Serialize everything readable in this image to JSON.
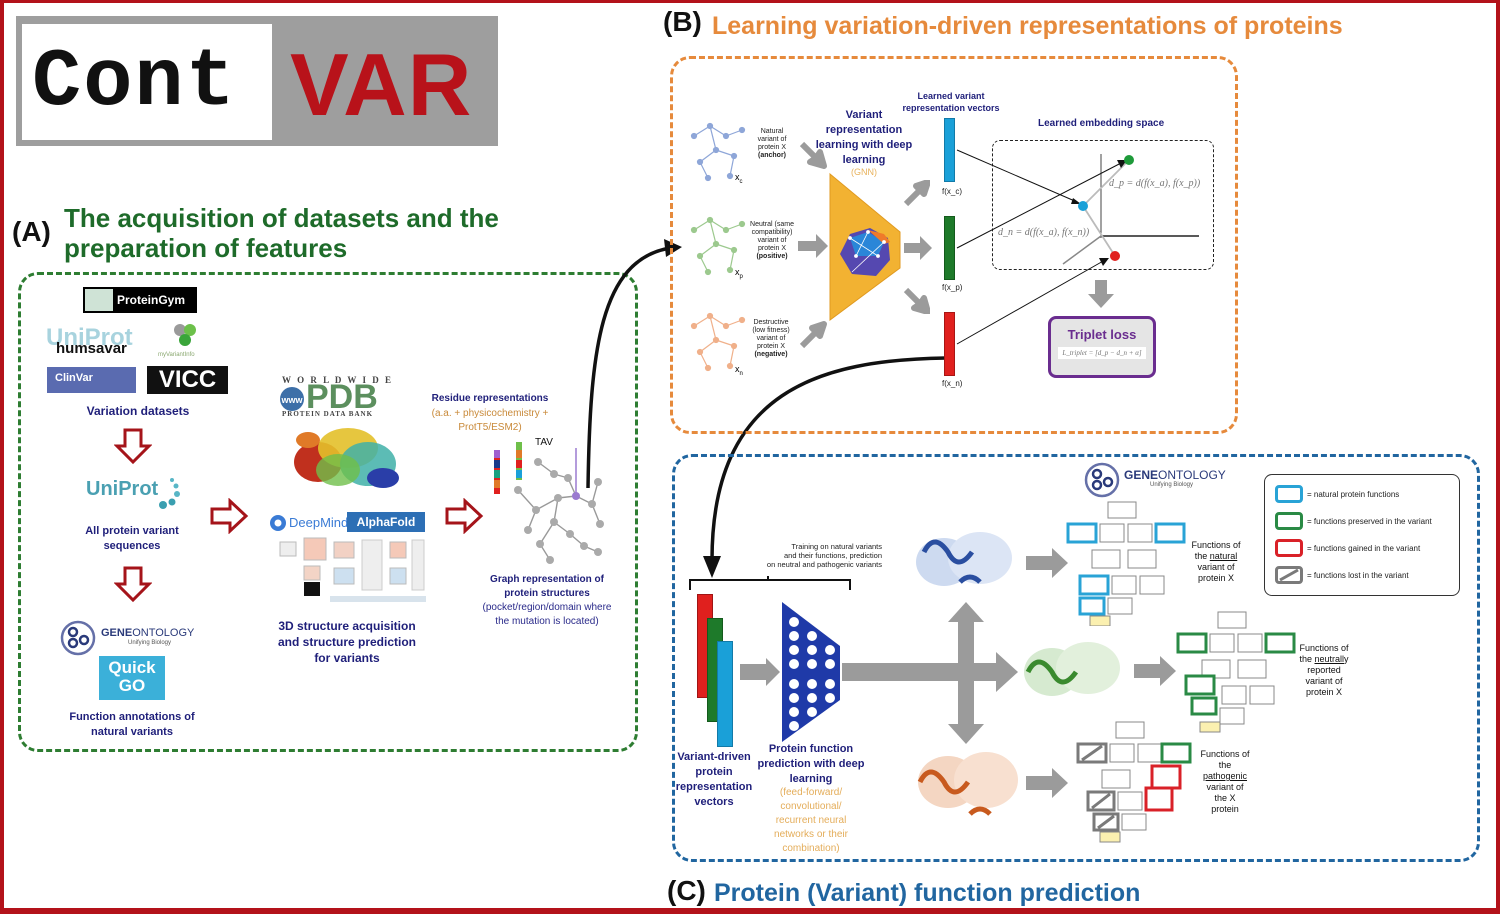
{
  "logo": {
    "part1": "Cont",
    "part2": "VAR"
  },
  "section_a": {
    "letter": "(A)",
    "title_line1": "The acquisition of datasets and the",
    "title_line2": "preparation of features",
    "datasets": {
      "logos": [
        "ProteinGym",
        "UniProt humsavar",
        "MyVariantInfo",
        "ClinVar",
        "VICC"
      ],
      "proteingym": "ProteinGym",
      "humsavar": "humsavar",
      "uniprot_faded": "UniProt",
      "myvariant": "myVariantInfo",
      "clinvar": "ClinVar",
      "vicc": "VICC",
      "caption": "Variation datasets"
    },
    "uniprot": {
      "logo": "UniProt",
      "caption_line1": "All protein variant",
      "caption_line2": "sequences"
    },
    "go": {
      "logo_gene": "GENE",
      "logo_ontology": "ONTOLOGY",
      "tagline": "Unifying Biology",
      "quickgo_1": "Quick",
      "quickgo_2": "GO",
      "caption_line1": "Function annotations of",
      "caption_line2": "natural variants"
    },
    "structure": {
      "pdb_top": "W O R L D W I D E",
      "pdb_main": "PDB",
      "pdb_bottom": "PROTEIN DATA BANK",
      "deepmind": "DeepMind",
      "alphafold": "AlphaFold",
      "caption_line1": "3D structure acquisition",
      "caption_line2": "and structure prediction",
      "caption_line3": "for variants"
    },
    "graph": {
      "residue_title": "Residue representations",
      "residue_sub1": "(a.a. + physicochemistry +",
      "residue_sub2": "ProtT5/ESM2)",
      "tav": "TAV",
      "caption_line1": "Graph representation of",
      "caption_line2": "protein structures",
      "caption_line3": "(pocket/region/domain where",
      "caption_line4": "the mutation is located)"
    }
  },
  "section_b": {
    "letter": "(B)",
    "title": "Learning variation-driven representations of proteins",
    "inputs": [
      {
        "text_lines": [
          "Natural",
          "variant of",
          "protein X"
        ],
        "role": "(anchor)",
        "symbol": "x",
        "sub": "c"
      },
      {
        "text_lines": [
          "Neutral (same",
          "compatibility)",
          "variant of",
          "protein X"
        ],
        "role": "(positive)",
        "symbol": "x",
        "sub": "p"
      },
      {
        "text_lines": [
          "Destructive",
          "(low fitness)",
          "variant of",
          "protein X"
        ],
        "role": "(negative)",
        "symbol": "x",
        "sub": "n"
      }
    ],
    "model_title_1": "Variant",
    "model_title_2": "representation",
    "model_title_3": "learning with deep",
    "model_title_4": "learning",
    "model_type": "(GNN)",
    "vectors_title_1": "Learned variant",
    "vectors_title_2": "representation vectors",
    "vector_labels": [
      "f(x_c)",
      "f(x_p)",
      "f(x_n)"
    ],
    "embedding_title": "Learned embedding space",
    "dp_formula": "d_p = d(f(x_a), f(x_p))",
    "dn_formula": "d_n = d(f(x_a), f(x_n))",
    "loss_title": "Triplet loss",
    "loss_formula": "L_triplet = [d_p − d_n + α]",
    "colors": {
      "anchor": "#1aa0d8",
      "positive": "#1e7a2a",
      "negative": "#e0201e"
    }
  },
  "section_c": {
    "letter": "(C)",
    "title": "Protein (Variant) function prediction",
    "training_note_1": "Training on natural variants",
    "training_note_2": "and their functions, prediction",
    "training_note_3": "on neutral and pathogenic variants",
    "vectors_caption_1": "Variant-driven",
    "vectors_caption_2": "protein",
    "vectors_caption_3": "representation",
    "vectors_caption_4": "vectors",
    "model_caption_1": "Protein function",
    "model_caption_2": "prediction with deep",
    "model_caption_3": "learning",
    "model_detail_1": "(feed-forward/",
    "model_detail_2": "convolutional/",
    "model_detail_3": "recurrent neural",
    "model_detail_4": "networks or their",
    "model_detail_5": "combination)",
    "go_gene": "GENE",
    "go_ontology": "ONTOLOGY",
    "go_tagline": "Unifying Biology",
    "outputs": [
      {
        "pre": "Functions of",
        "line2_pre": "the ",
        "underlined": "natural",
        "line2_post": "",
        "rest": [
          "variant of",
          "protein X"
        ]
      },
      {
        "pre": "Functions of",
        "line2_pre": "the ",
        "underlined": "neutrall",
        "line2_post": "y",
        "rest": [
          "reported",
          "variant of",
          "protein X"
        ]
      },
      {
        "pre": "Functions of",
        "line2_pre": "the",
        "underlined": "pathogenic",
        "line2_post": "",
        "rest": [
          "variant of",
          "the X",
          "protein"
        ]
      }
    ],
    "legend": [
      {
        "color": "#29a3d6",
        "label": "= natural protein functions"
      },
      {
        "color": "#2a8a45",
        "label": "= functions preserved in the variant"
      },
      {
        "color": "#d92128",
        "label": "= functions gained in the variant"
      },
      {
        "color": "#7a7a7a",
        "label": "= functions lost in the variant",
        "slashed": true
      }
    ]
  }
}
